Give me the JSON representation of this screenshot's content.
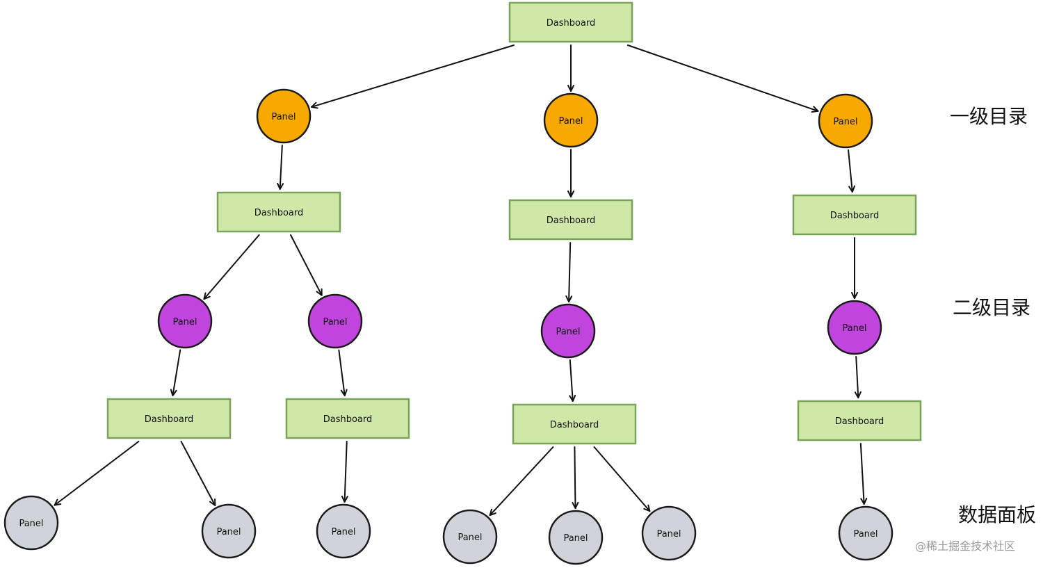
{
  "colors": {
    "dashboard_fill": "#cfe8a8",
    "dashboard_stroke": "#7aa35a",
    "level1_panel": "#f7a900",
    "level2_panel": "#bf45dc",
    "leaf_panel": "#d0d4da",
    "edge": "#111111"
  },
  "node_text": {
    "dashboard": "Dashboard",
    "panel": "Panel"
  },
  "labels": {
    "level1": "一级目录",
    "level2": "二级目录",
    "level3": "数据面板"
  },
  "watermark": "@稀土掘金技术社区",
  "nodes": [
    {
      "id": "root",
      "type": "dashboard"
    },
    {
      "id": "p1a",
      "type": "panel",
      "level": "level1"
    },
    {
      "id": "p1b",
      "type": "panel",
      "level": "level1"
    },
    {
      "id": "p1c",
      "type": "panel",
      "level": "level1"
    },
    {
      "id": "d2a",
      "type": "dashboard"
    },
    {
      "id": "d2b",
      "type": "dashboard"
    },
    {
      "id": "d2c",
      "type": "dashboard"
    },
    {
      "id": "p2a1",
      "type": "panel",
      "level": "level2"
    },
    {
      "id": "p2a2",
      "type": "panel",
      "level": "level2"
    },
    {
      "id": "p2b",
      "type": "panel",
      "level": "level2"
    },
    {
      "id": "p2c",
      "type": "panel",
      "level": "level2"
    },
    {
      "id": "d3a1",
      "type": "dashboard"
    },
    {
      "id": "d3a2",
      "type": "dashboard"
    },
    {
      "id": "d3b",
      "type": "dashboard"
    },
    {
      "id": "d3c",
      "type": "dashboard"
    },
    {
      "id": "l1",
      "type": "panel",
      "level": "leaf"
    },
    {
      "id": "l2",
      "type": "panel",
      "level": "leaf"
    },
    {
      "id": "l3",
      "type": "panel",
      "level": "leaf"
    },
    {
      "id": "l4",
      "type": "panel",
      "level": "leaf"
    },
    {
      "id": "l5",
      "type": "panel",
      "level": "leaf"
    },
    {
      "id": "l6",
      "type": "panel",
      "level": "leaf"
    },
    {
      "id": "l7",
      "type": "panel",
      "level": "leaf"
    }
  ],
  "edges": [
    [
      "root",
      "p1a"
    ],
    [
      "root",
      "p1b"
    ],
    [
      "root",
      "p1c"
    ],
    [
      "p1a",
      "d2a"
    ],
    [
      "p1b",
      "d2b"
    ],
    [
      "p1c",
      "d2c"
    ],
    [
      "d2a",
      "p2a1"
    ],
    [
      "d2a",
      "p2a2"
    ],
    [
      "d2b",
      "p2b"
    ],
    [
      "d2c",
      "p2c"
    ],
    [
      "p2a1",
      "d3a1"
    ],
    [
      "p2a2",
      "d3a2"
    ],
    [
      "p2b",
      "d3b"
    ],
    [
      "p2c",
      "d3c"
    ],
    [
      "d3a1",
      "l1"
    ],
    [
      "d3a1",
      "l2"
    ],
    [
      "d3a2",
      "l3"
    ],
    [
      "d3b",
      "l4"
    ],
    [
      "d3b",
      "l5"
    ],
    [
      "d3b",
      "l6"
    ],
    [
      "d3c",
      "l7"
    ]
  ]
}
